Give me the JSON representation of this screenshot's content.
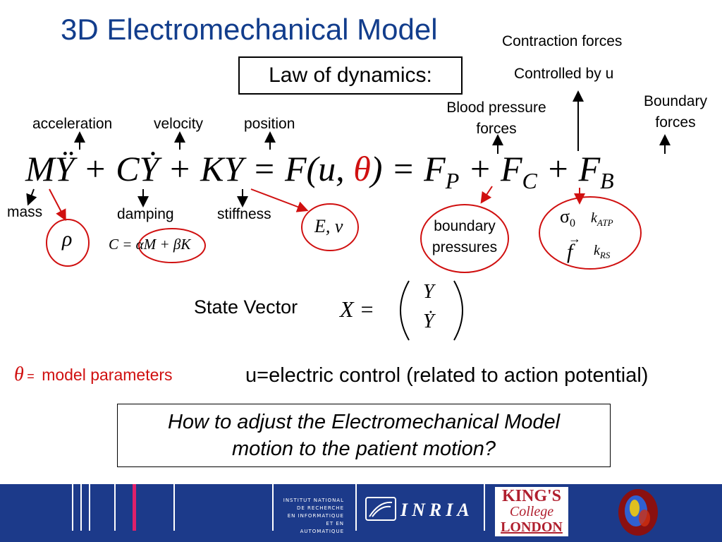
{
  "title": "3D Electromechanical Model",
  "law_box": "Law of dynamics:",
  "labels": {
    "contraction_forces": "Contraction forces",
    "controlled_by": "Controlled by u",
    "blood_pressure_forces_1": "Blood pressure",
    "blood_pressure_forces_2": "forces",
    "boundary_forces_1": "Boundary",
    "boundary_forces_2": "forces",
    "acceleration": "acceleration",
    "velocity": "velocity",
    "position": "position",
    "mass": "mass",
    "damping": "damping",
    "stiffness": "stiffness",
    "boundary_pressures_1": "boundary",
    "boundary_pressures_2": "pressures"
  },
  "equation": {
    "part1": "MŸ + CẎ + KY = F(u, ",
    "theta": "θ",
    "part2": ") = F",
    "sub_p": "P",
    "plus_fc": " + F",
    "sub_c": "C",
    "plus_fb": " + F",
    "sub_b": "B"
  },
  "symbols": {
    "rho": "ρ",
    "damping_formula": "C = αM + βK",
    "young": "E, ν",
    "sigma": "σ",
    "sigma_sub": "0",
    "katp": "k",
    "katp_sub": "ATP",
    "fvec": "f",
    "krs": "k",
    "krs_sub": "RS"
  },
  "state_vector": {
    "label": "State Vector",
    "lhs": "X =",
    "top": "Y",
    "bottom": "Ẏ"
  },
  "theta_def": {
    "symbol": "θ",
    "eq": "=",
    "text": "model parameters"
  },
  "u_control": "u=electric control (related to action potential)",
  "question": {
    "line1": "How to adjust the Electromechanical Model",
    "line2": "motion to the patient motion?"
  },
  "footer": {
    "inria_lines": [
      "INSTITUT NATIONAL",
      "DE RECHERCHE",
      "EN INFORMATIQUE",
      "ET EN AUTOMATIQUE"
    ],
    "inria_logo": "INRIA",
    "kcl_1": "KING'S",
    "kcl_2": "College",
    "kcl_3": "LONDON"
  },
  "colors": {
    "title": "#123d8c",
    "accent_red": "#d01010",
    "footer_bg": "#1c3a8a"
  }
}
